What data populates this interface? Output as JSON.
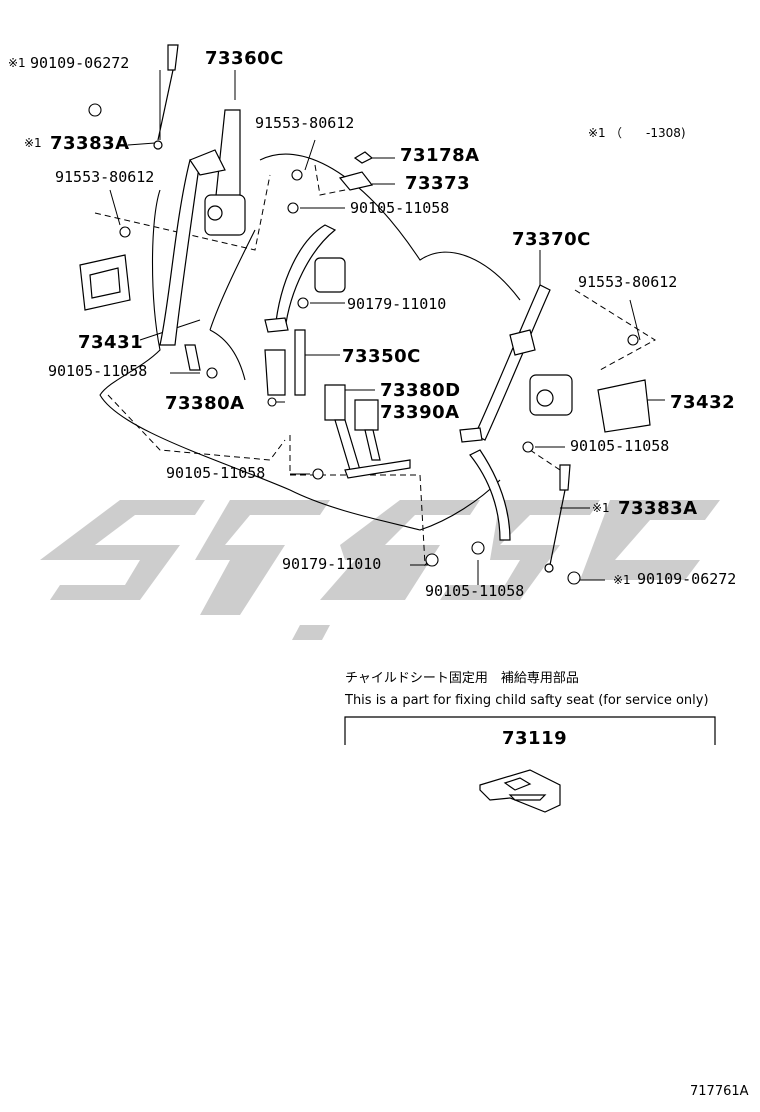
{
  "note_mark": "※1",
  "note_range": "（　　-1308)",
  "child_seat": {
    "jp": "チャイルドシート固定用　補給専用部品",
    "en": "This is a part for fixing child safty seat (for service only)",
    "part": "73119"
  },
  "diagram_id": "717761A",
  "watermark_color": "#c8c8c8",
  "labels": {
    "l_90109_a": "90109-06272",
    "l_73360c": "73360C",
    "l_73383a_a": "73383A",
    "l_91553_a": "91553-80612",
    "l_91553_b": "91553-80612",
    "l_73178a": "73178A",
    "l_73373": "73373",
    "l_90105_a": "90105-11058",
    "l_73431": "73431",
    "l_90179_a": "90179-11010",
    "l_90105_b": "90105-11058",
    "l_73350c": "73350C",
    "l_73380a": "73380A",
    "l_73380d": "73380D",
    "l_73390a": "73390A",
    "l_90105_c": "90105-11058",
    "l_90179_b": "90179-11010",
    "l_90105_d": "90105-11058",
    "l_73370c": "73370C",
    "l_91553_c": "91553-80612",
    "l_73432": "73432",
    "l_90105_e": "90105-11058",
    "l_73383a_b": "73383A",
    "l_90109_b": "90109-06272"
  }
}
